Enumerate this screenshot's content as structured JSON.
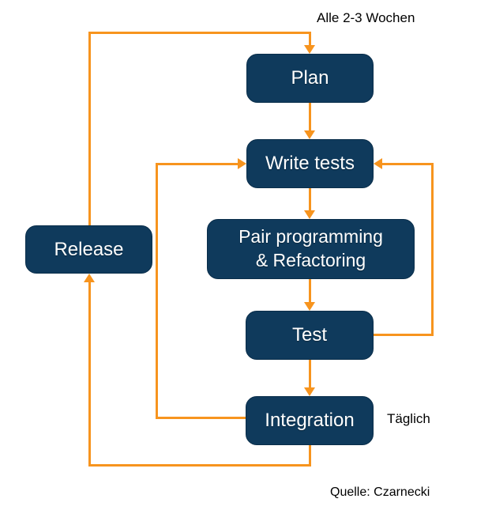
{
  "diagram": {
    "nodes": {
      "plan": {
        "label": "Plan"
      },
      "write_tests": {
        "label": "Write tests"
      },
      "pair_programming": {
        "label": "Pair programming\n& Refactoring"
      },
      "test": {
        "label": "Test"
      },
      "integration": {
        "label": "Integration"
      },
      "release": {
        "label": "Release"
      }
    },
    "annotations": {
      "release_cycle": "Alle 2-3 Wochen",
      "daily_cycle": "Täglich",
      "source": "Quelle: Czarnecki"
    },
    "edges": [
      {
        "from": "plan",
        "to": "write_tests"
      },
      {
        "from": "write_tests",
        "to": "pair_programming"
      },
      {
        "from": "pair_programming",
        "to": "test"
      },
      {
        "from": "test",
        "to": "integration"
      },
      {
        "from": "test",
        "to": "write_tests"
      },
      {
        "from": "integration",
        "to": "write_tests",
        "label": "Täglich"
      },
      {
        "from": "integration",
        "to": "release"
      },
      {
        "from": "release",
        "to": "plan",
        "label": "Alle 2-3 Wochen"
      }
    ],
    "colors": {
      "node_fill": "#0f3a5c",
      "node_border": "#0a2e4a",
      "node_text": "#ffffff",
      "arrow": "#f7941e",
      "annotation_text": "#000000",
      "background": "#ffffff"
    }
  }
}
